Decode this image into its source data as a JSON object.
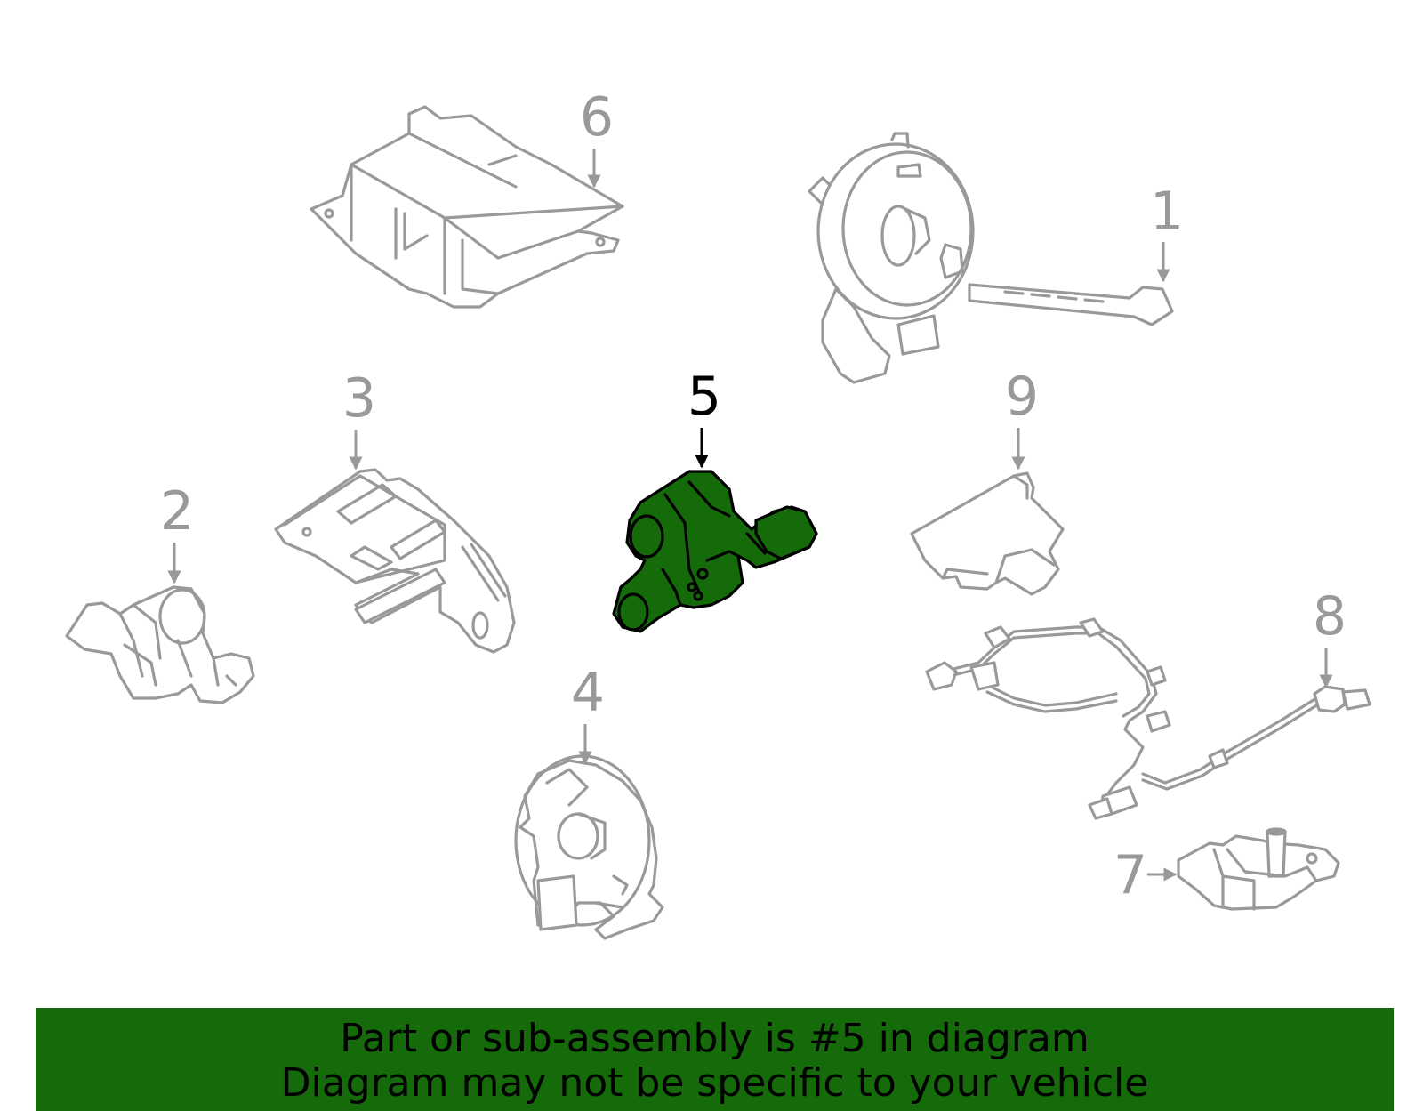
{
  "colors": {
    "highlight": "#156a0a",
    "part_stroke": "#999999",
    "highlight_stroke": "#000000",
    "banner_background": "#156a0a",
    "banner_text": "#000000"
  },
  "callouts": {
    "c1": "1",
    "c2": "2",
    "c3": "3",
    "c4": "4",
    "c5": "5",
    "c6": "6",
    "c7": "7",
    "c8": "8",
    "c9": "9"
  },
  "highlighted_part": "5",
  "banner": {
    "line1": "Part or sub-assembly is #5 in diagram",
    "line2": "Diagram may not be specific to your vehicle"
  }
}
